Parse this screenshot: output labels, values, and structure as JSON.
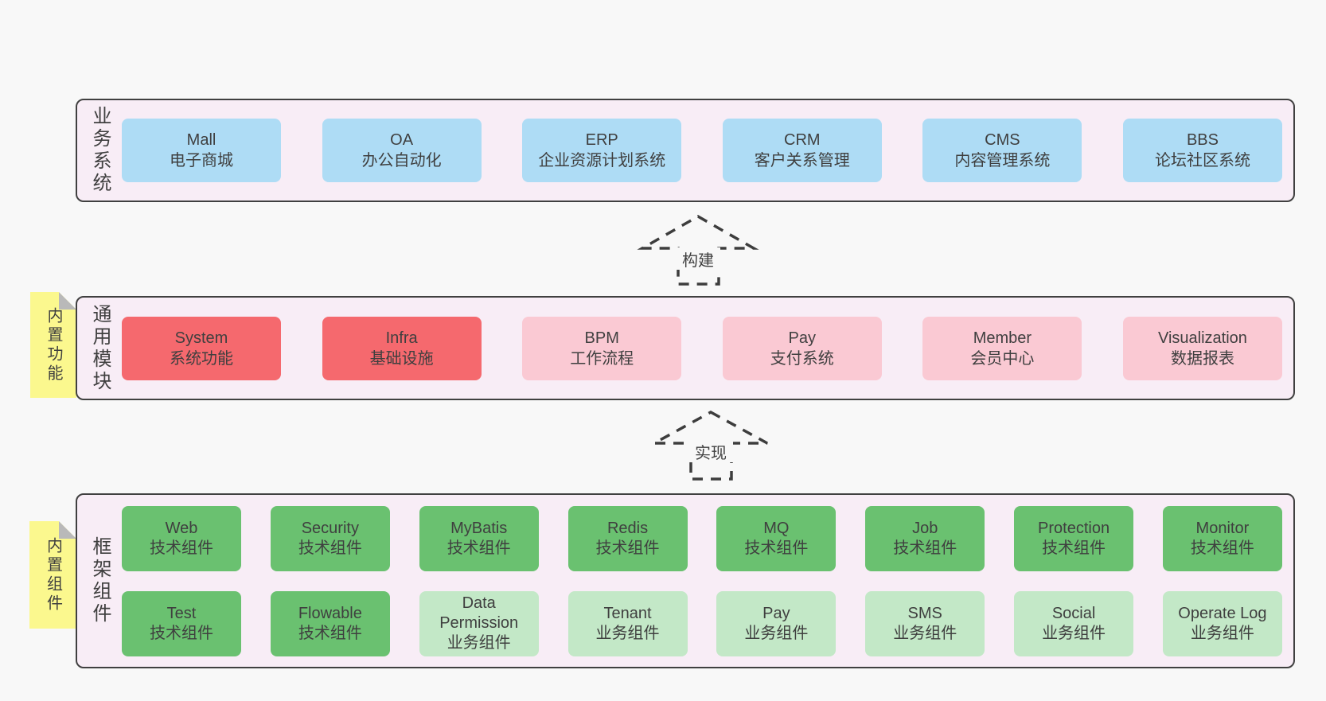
{
  "colors": {
    "page_bg": "#f8f8f8",
    "band_bg": "#f8edf6",
    "band_border": "#404040",
    "text": "#3f3f3f",
    "blue": "#aedcf5",
    "red": "#f5696e",
    "pink": "#fac9d3",
    "green": "#6ac170",
    "green-light": "#c3e8c7",
    "note_yellow": "#fbf88e",
    "note_fold_grey": "#b9b9b9",
    "arrow_dash": "#3d3d3d"
  },
  "bands": [
    {
      "label": "业务系统",
      "note": null,
      "rows": [
        [
          {
            "name": "Mall",
            "subtitle": "电子商城",
            "variant": "blue"
          },
          {
            "name": "OA",
            "subtitle": "办公自动化",
            "variant": "blue"
          },
          {
            "name": "ERP",
            "subtitle": "企业资源计划系统",
            "variant": "blue"
          },
          {
            "name": "CRM",
            "subtitle": "客户关系管理",
            "variant": "blue"
          },
          {
            "name": "CMS",
            "subtitle": "内容管理系统",
            "variant": "blue"
          },
          {
            "name": "BBS",
            "subtitle": "论坛社区系统",
            "variant": "blue"
          }
        ]
      ]
    },
    {
      "label": "通用模块",
      "note": "内置功能",
      "rows": [
        [
          {
            "name": "System",
            "subtitle": "系统功能",
            "variant": "red"
          },
          {
            "name": "Infra",
            "subtitle": "基础设施",
            "variant": "red"
          },
          {
            "name": "BPM",
            "subtitle": "工作流程",
            "variant": "pink"
          },
          {
            "name": "Pay",
            "subtitle": "支付系统",
            "variant": "pink"
          },
          {
            "name": "Member",
            "subtitle": "会员中心",
            "variant": "pink"
          },
          {
            "name": "Visualization",
            "subtitle": "数据报表",
            "variant": "pink"
          }
        ]
      ]
    },
    {
      "label": "框架组件",
      "note": "内置组件",
      "rows": [
        [
          {
            "name": "Web",
            "subtitle": "技术组件",
            "variant": "green"
          },
          {
            "name": "Security",
            "subtitle": "技术组件",
            "variant": "green"
          },
          {
            "name": "MyBatis",
            "subtitle": "技术组件",
            "variant": "green"
          },
          {
            "name": "Redis",
            "subtitle": "技术组件",
            "variant": "green"
          },
          {
            "name": "MQ",
            "subtitle": "技术组件",
            "variant": "green"
          },
          {
            "name": "Job",
            "subtitle": "技术组件",
            "variant": "green"
          },
          {
            "name": "Protection",
            "subtitle": "技术组件",
            "variant": "green"
          },
          {
            "name": "Monitor",
            "subtitle": "技术组件",
            "variant": "green"
          }
        ],
        [
          {
            "name": "Test",
            "subtitle": "技术组件",
            "variant": "green"
          },
          {
            "name": "Flowable",
            "subtitle": "技术组件",
            "variant": "green"
          },
          {
            "name": "Data Permission",
            "subtitle": "业务组件",
            "variant": "green-light"
          },
          {
            "name": "Tenant",
            "subtitle": "业务组件",
            "variant": "green-light"
          },
          {
            "name": "Pay",
            "subtitle": "业务组件",
            "variant": "green-light"
          },
          {
            "name": "SMS",
            "subtitle": "业务组件",
            "variant": "green-light"
          },
          {
            "name": "Social",
            "subtitle": "业务组件",
            "variant": "green-light"
          },
          {
            "name": "Operate Log",
            "subtitle": "业务组件",
            "variant": "green-light"
          }
        ]
      ]
    }
  ],
  "arrows": [
    {
      "label": "构建"
    },
    {
      "label": "实现"
    }
  ]
}
